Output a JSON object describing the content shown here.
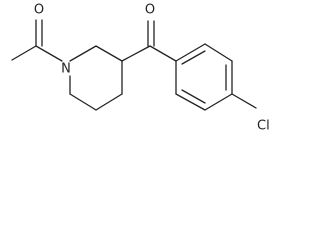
{
  "molecule": {
    "atoms": {
      "acetyl_oxygen": "O",
      "ketone_oxygen": "O",
      "ring_nitrogen": "N",
      "chlorine": "Cl"
    }
  },
  "colors": {
    "stroke": "#222222",
    "background": "#ffffff"
  }
}
